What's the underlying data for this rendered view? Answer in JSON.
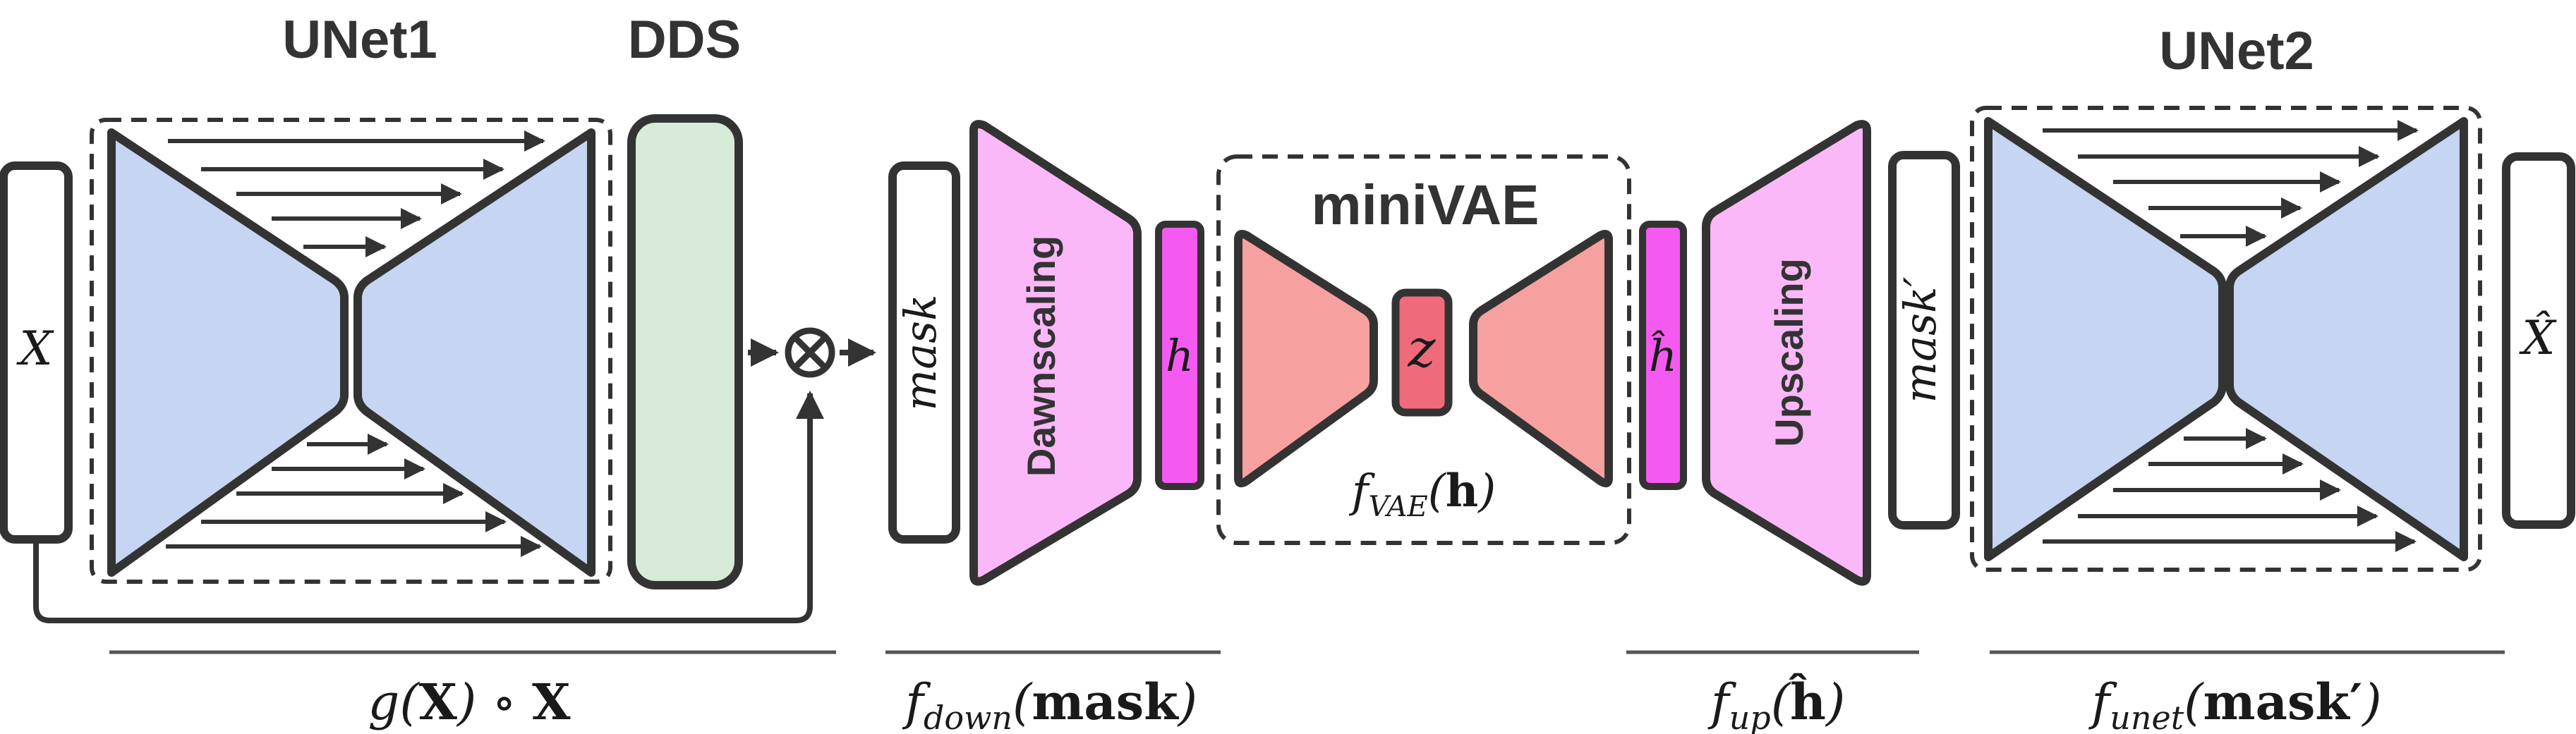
{
  "titles": {
    "unet1": "UNet1",
    "dds": "DDS",
    "minivae": "miniVAE",
    "unet2": "UNet2"
  },
  "blocks": {
    "x": "X",
    "mask": "mask",
    "downscaling": "Dawnscaling",
    "h": "h",
    "z": "z",
    "h_hat": "ĥ",
    "upscaling": "Upscaling",
    "mask_prime": "mask′",
    "x_hat": "X̂",
    "multiply": "⊗"
  },
  "formulas": {
    "g": {
      "pre": "g(",
      "bold": "X",
      "mid": ") ∘ ",
      "bold2": "X"
    },
    "f_vae": {
      "f": "f",
      "sub": "VAE",
      "open": "(",
      "bold": "h",
      "close": ")"
    },
    "f_down": {
      "f": "f",
      "sub": "down",
      "open": "(",
      "bold": "mask",
      "close": ")"
    },
    "f_up": {
      "f": "f",
      "sub": "up",
      "open": "(",
      "bold": "ĥ",
      "close": ")"
    },
    "f_unet": {
      "f": "f",
      "sub": "unet",
      "open": "(",
      "bold": "mask′",
      "close": ")"
    }
  },
  "colors": {
    "unet_blue": "#c5d5f2",
    "dds_green": "#d8ead8",
    "scaling_pink": "#fbb8f8",
    "h_magenta": "#f55af0",
    "vae_salmon": "#f7a0a0",
    "z_red": "#ef6b7c",
    "stroke": "#333333"
  }
}
